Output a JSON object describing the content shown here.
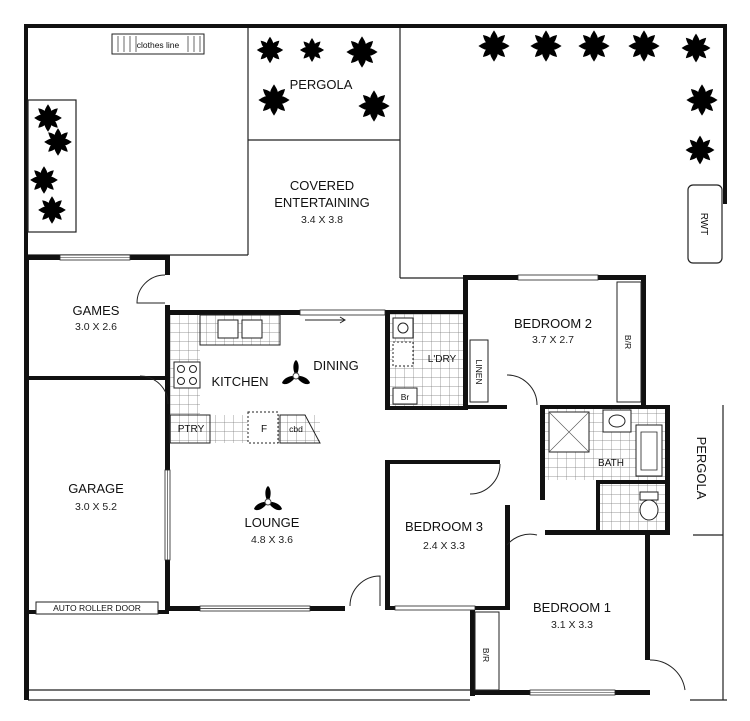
{
  "rooms": {
    "pergola_rear": "PERGOLA",
    "covered_entertaining": "COVERED ENTERTAINING",
    "covered_entertaining_line1": "COVERED",
    "covered_entertaining_line2": "ENTERTAINING",
    "covered_entertaining_dim": "3.4 X 3.8",
    "games": "GAMES",
    "games_dim": "3.0 X 2.6",
    "garage": "GARAGE",
    "garage_dim": "3.0 X 5.2",
    "kitchen": "KITCHEN",
    "dining": "DINING",
    "lounge": "LOUNGE",
    "lounge_dim": "4.8 X 3.6",
    "bedroom2": "BEDROOM 2",
    "bedroom2_dim": "3.7 X 2.7",
    "bedroom3": "BEDROOM 3",
    "bedroom3_dim": "2.4 X 3.3",
    "bedroom1": "BEDROOM 1",
    "bedroom1_dim": "3.1 X 3.3",
    "laundry": "L'DRY",
    "linen": "LINEN",
    "bath": "BATH",
    "pergola_side": "PERGOLA",
    "pantry": "PTRY",
    "fridge": "F",
    "cupboard": "cbd",
    "robe_bed2": "B/R",
    "robe_bed1": "B/R",
    "laundry_basin": "Br",
    "rainwater_tank": "RWT"
  },
  "labels": {
    "clothes_line": "clothes line",
    "auto_roller_door": "AUTO ROLLER DOOR"
  }
}
